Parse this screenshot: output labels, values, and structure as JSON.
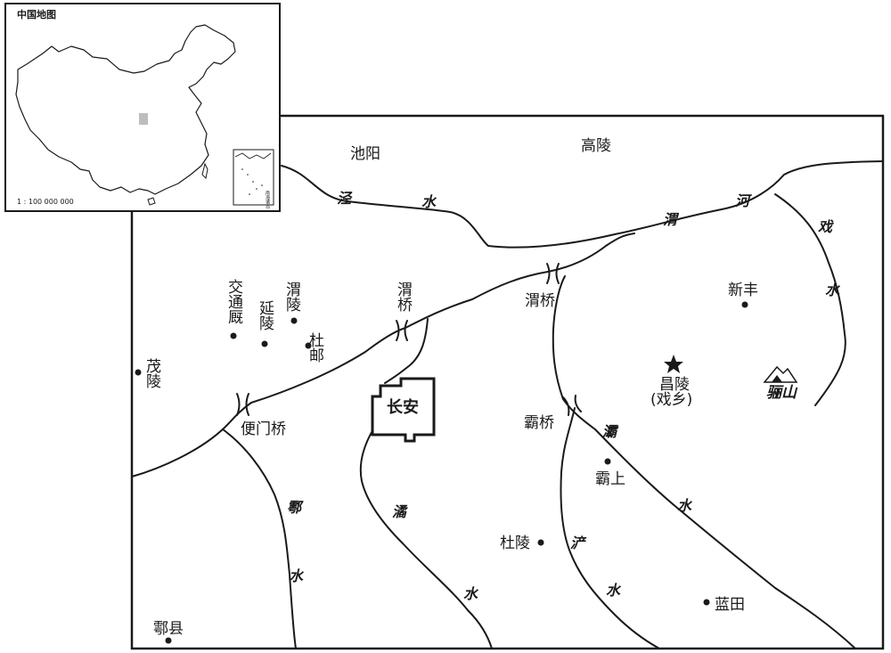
{
  "inset": {
    "title": "中国地图",
    "scale": "1 : 100 000 000",
    "south_sea_note": "南海诸岛"
  },
  "places": {
    "chiyang": "池阳",
    "gaoling": "高陵",
    "jiaotongchu": "交通厩",
    "weiling": "渭陵",
    "yanling": "延陵",
    "duyou": "杜邮",
    "maoling": "茂陵",
    "xinfeng": "新丰",
    "changling": "昌陵",
    "xixiang": "(戏乡)",
    "lishan": "骊山",
    "bashang": "霸上",
    "duling": "杜陵",
    "lantian": "蓝田",
    "huxian": "鄠县",
    "changan": "长安"
  },
  "bridges": {
    "weiqiao_west": "渭桥",
    "weiqiao_east": "渭桥",
    "bianmenqiao": "便门桥",
    "baqiao": "霸桥"
  },
  "rivers": {
    "jing_1": "泾",
    "jing_2": "水",
    "wei_1": "渭",
    "wei_2": "河",
    "xi_1": "戏",
    "xi_2": "水",
    "hao_1": "鄠",
    "hao_2": "水",
    "jue_1": "潏",
    "jue_2": "水",
    "ba_1": "灞",
    "ba_2": "水",
    "chan_1": "浐",
    "chan_2": "水"
  }
}
